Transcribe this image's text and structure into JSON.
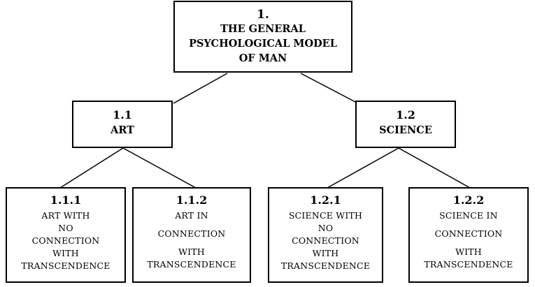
{
  "root": {
    "number": "1.",
    "lines": [
      "THE GENERAL",
      "PSYCHOLOGICAL MODEL",
      "OF MAN"
    ]
  },
  "art": {
    "number": "1.1",
    "label": "ART"
  },
  "science": {
    "number": "1.2",
    "label": "SCIENCE"
  },
  "leaves": {
    "art_no": {
      "number": "1.1.1",
      "lines": [
        "ART WITH",
        "NO",
        "CONNECTION",
        "WITH",
        "TRANSCENDENCE"
      ]
    },
    "art_in": {
      "number": "1.1.2",
      "lines": [
        "ART IN",
        "CONNECTION",
        "WITH",
        "TRANSCENDENCE"
      ]
    },
    "science_no": {
      "number": "1.2.1",
      "lines": [
        "SCIENCE WITH",
        "NO",
        "CONNECTION",
        "WITH",
        "TRANSCENDENCE"
      ]
    },
    "science_in": {
      "number": "1.2.2",
      "lines": [
        "SCIENCE IN",
        "CONNECTION",
        "WITH",
        "TRANSCENDENCE"
      ]
    }
  }
}
